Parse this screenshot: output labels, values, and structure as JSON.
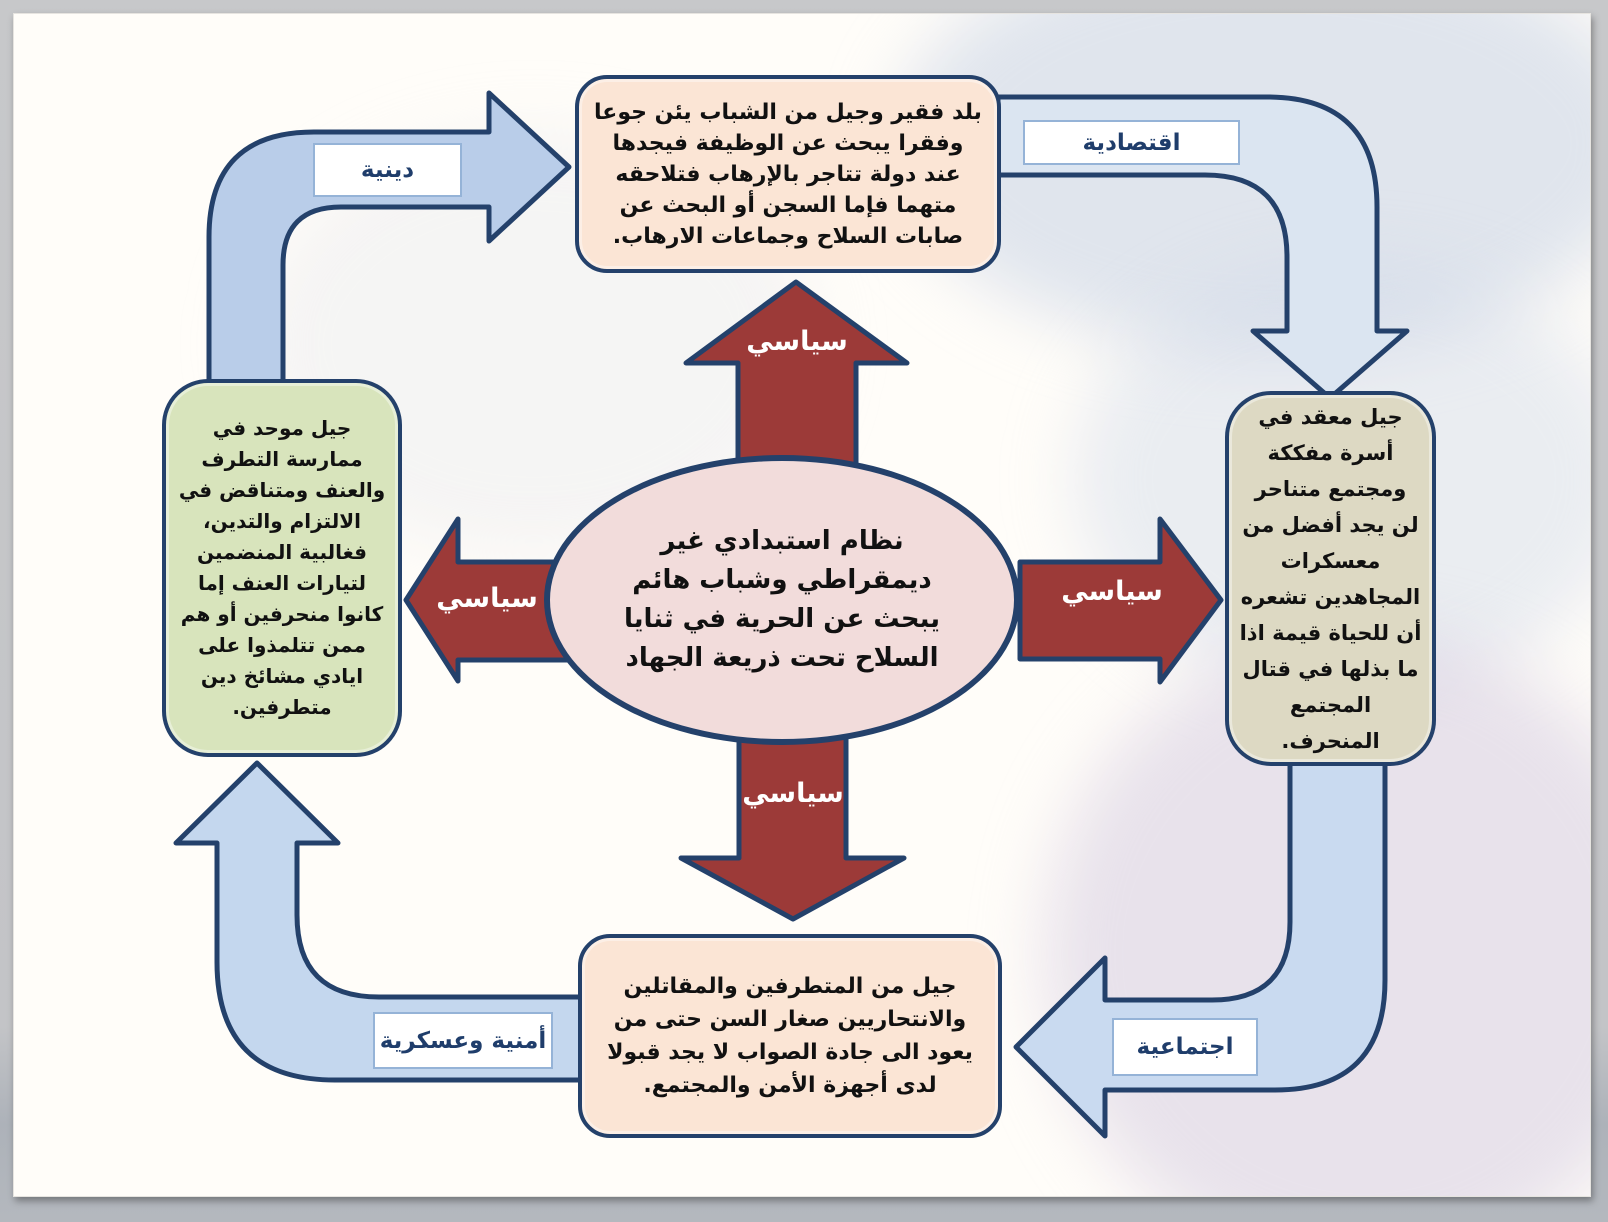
{
  "slide": {
    "center_ellipse": {
      "text": "نظام استبدادي غير ديمقراطي وشباب هائم يبحث عن الحرية في ثنايا السلاح تحت ذريعة الجهاد"
    },
    "boxes": {
      "top": "بلد فقير وجيل من الشباب يئن جوعا وفقرا يبحث عن الوظيفة فيجدها عند دولة تتاجر بالإرهاب فتلاحقه متهما فإما السجن أو البحث عن صابات السلاح وجماعات الارهاب.",
      "right": "جيل معقد في أسرة مفككة ومجتمع متناحر لن يجد أفضل من معسكرات المجاهدين تشعره أن للحياة قيمة اذا ما بذلها في قتال المجتمع المنحرف.",
      "bottom": "جيل من المتطرفين والمقاتلين والانتحاريين صغار السن حتى من يعود الى جادة الصواب لا يجد قبولا لدى أجهزة الأمن والمجتمع.",
      "left": "جيل موحد في ممارسة التطرف والعنف ومتناقض في الالتزام والتدين، فغالبية المنضمين لتيارات العنف إما كانوا منحرفين أو هم ممن تتلمذوا على ايادي مشائخ دين متطرفين."
    },
    "red_arrow_labels": {
      "top": "سياسي",
      "right": "سياسي",
      "bottom": "سياسي",
      "left": "سياسي"
    },
    "flow_labels": {
      "religious": "دينية",
      "economic": "اقتصادية",
      "social": "اجتماعية",
      "security_military": "أمنية وعسكرية"
    },
    "colors": {
      "border_navy": "#24416b",
      "arrow_red": "#9c3a38",
      "box_top_fill": "#fbe5d5",
      "box_right_fill": "#ddd9c3",
      "box_bottom_fill": "#fbe5d5",
      "box_left_fill": "#d8e4bc",
      "ellipse_fill": "#f2dcdb",
      "flow_arrow_blue": "#c3d6ee",
      "label_text_navy": "#1f3d6b"
    }
  }
}
